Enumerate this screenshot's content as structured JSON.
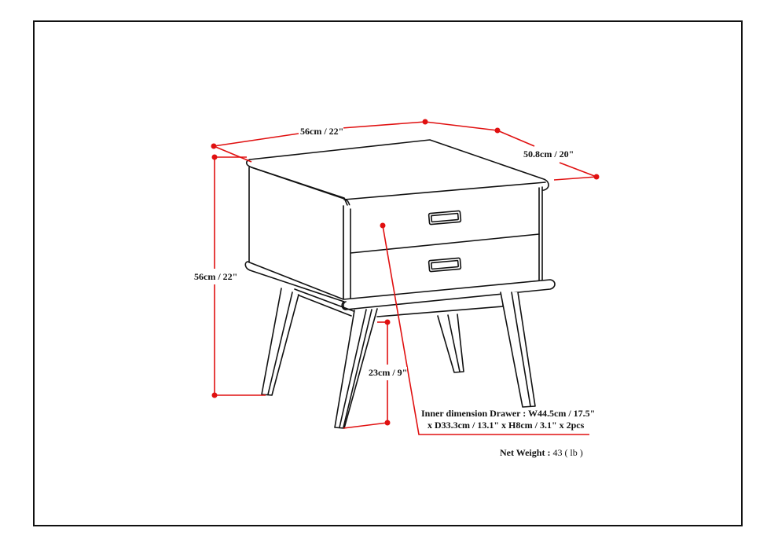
{
  "diagram": {
    "subject": "Two-drawer end table with splayed legs",
    "colors": {
      "frame": "#111111",
      "outline": "#111111",
      "dimension": "#e01010",
      "background": "#ffffff"
    },
    "dimensions": {
      "width": "56cm / 22\"",
      "depth": "50.8cm / 20\"",
      "height": "56cm / 22\"",
      "leg_clearance": "23cm / 9\""
    },
    "inner_dimension": {
      "line1": "Inner dimension Drawer : W44.5cm / 17.5\"",
      "line2": "x D33.3cm / 13.1\" x H8cm / 3.1\" x 2pcs"
    },
    "net_weight": {
      "label": "Net Weight :",
      "value": "43 ( lb )"
    }
  }
}
